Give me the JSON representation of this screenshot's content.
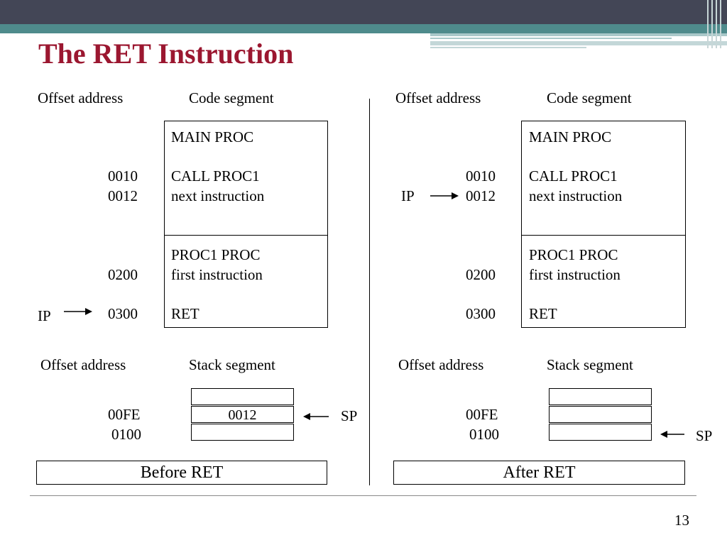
{
  "title": "The RET Instruction",
  "page_number": "13",
  "headers": {
    "offset_address": "Offset address",
    "code_segment": "Code segment",
    "stack_segment": "Stack segment"
  },
  "before": {
    "code": {
      "main_proc": "MAIN PROC",
      "call": "CALL PROC1",
      "next": "next instruction",
      "proc1": "PROC1 PROC",
      "first": "first instruction",
      "ret": "RET"
    },
    "offsets": {
      "o0010": "0010",
      "o0012": "0012",
      "o0200": "0200",
      "o0300": "0300"
    },
    "ip_label": "IP",
    "stack": {
      "offsets": {
        "o00fe": "00FE",
        "o0100": "0100"
      },
      "cells": [
        "",
        "0012",
        ""
      ],
      "sp_label": "SP"
    },
    "caption": "Before RET"
  },
  "after": {
    "code": {
      "main_proc": "MAIN PROC",
      "call": "CALL PROC1",
      "next": "next instruction",
      "proc1": "PROC1 PROC",
      "first": "first instruction",
      "ret": "RET"
    },
    "offsets": {
      "o0010": "0010",
      "o0012": "0012",
      "o0200": "0200",
      "o0300": "0300"
    },
    "ip_label": "IP",
    "stack": {
      "offsets": {
        "o00fe": "00FE",
        "o0100": "0100"
      },
      "cells": [
        "",
        "",
        ""
      ],
      "sp_label": "SP"
    },
    "caption": "After RET"
  }
}
